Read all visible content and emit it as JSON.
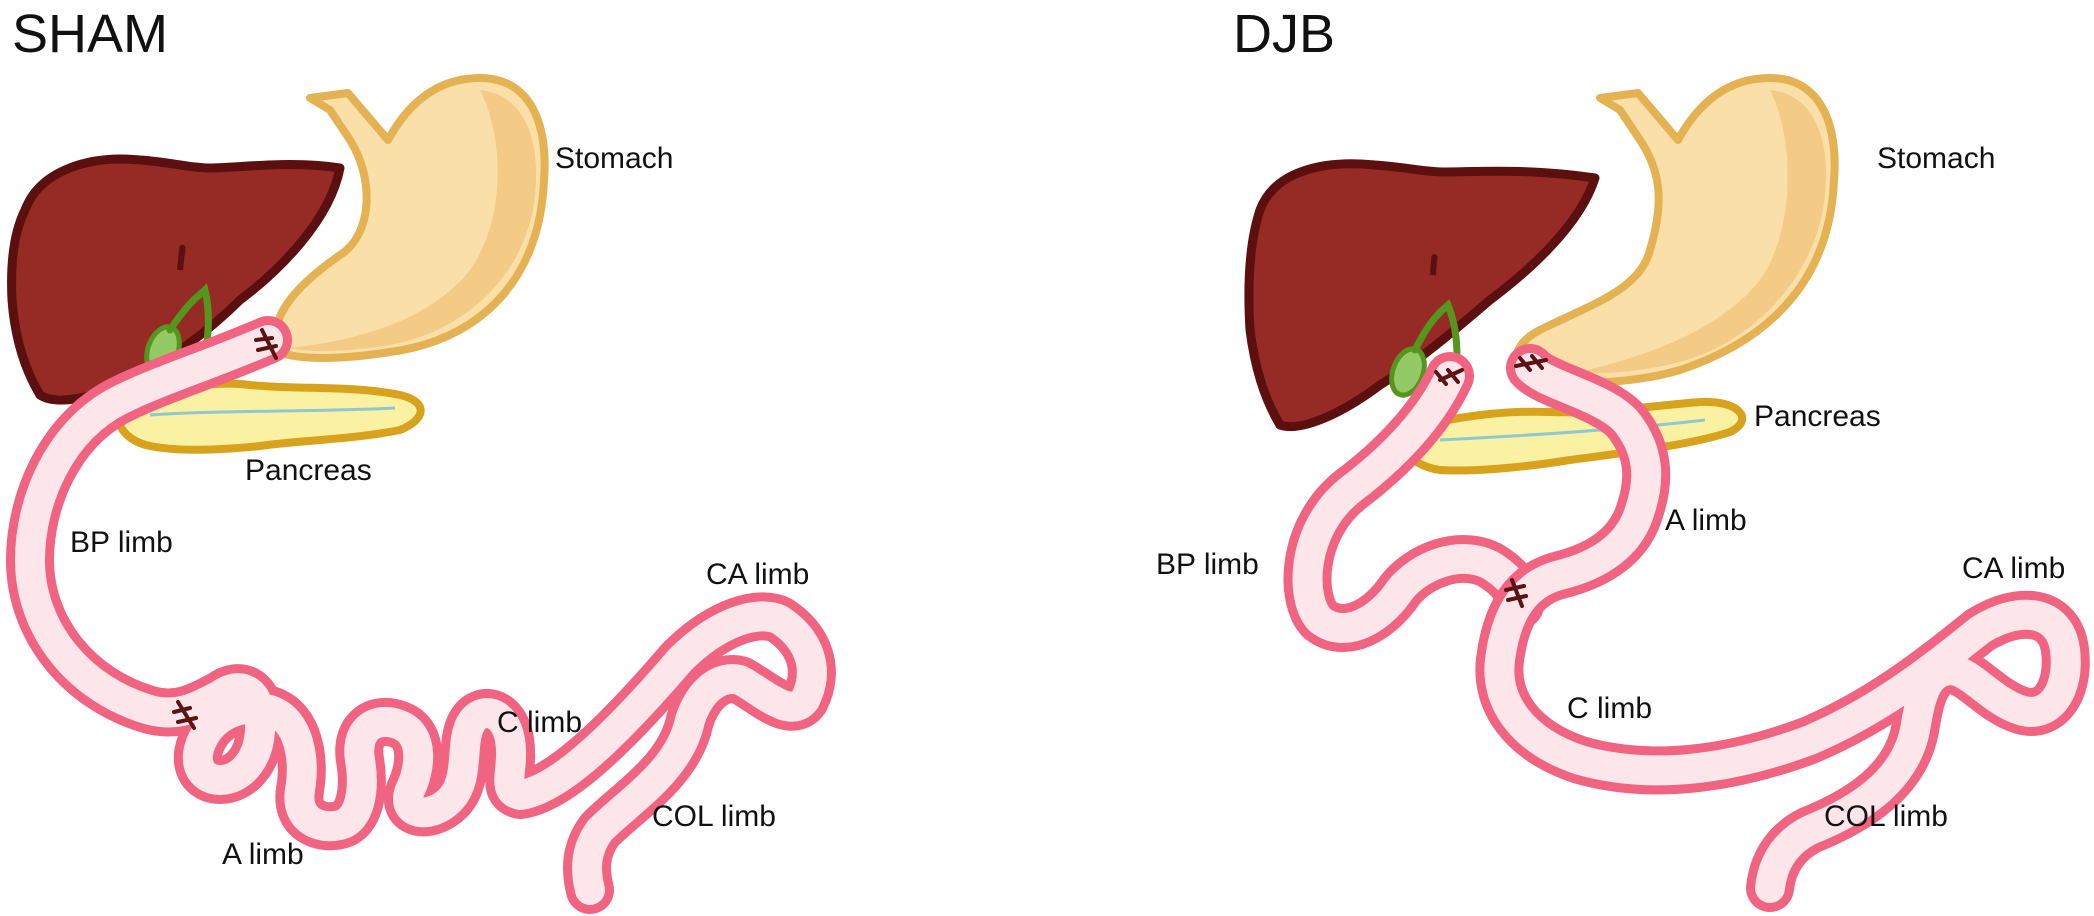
{
  "panels": [
    {
      "title": "SHAM",
      "labels": {
        "stomach": "Stomach",
        "pancreas": "Pancreas",
        "bp_limb": "BP limb",
        "a_limb": "A limb",
        "c_limb": "C limb",
        "ca_limb": "CA limb",
        "col_limb": "COL limb"
      }
    },
    {
      "title": "DJB",
      "labels": {
        "stomach": "Stomach",
        "pancreas": "Pancreas",
        "bp_limb": "BP limb",
        "a_limb": "A limb",
        "c_limb": "C limb",
        "ca_limb": "CA limb",
        "col_limb": "COL limb"
      }
    }
  ],
  "colors": {
    "liver": "#962a24",
    "liver_outline": "#5c0f0f",
    "stomach": "#fae0a8",
    "stomach_shade": "#f0c47c",
    "stomach_outline": "#e4b252",
    "pancreas": "#fbf1a2",
    "pancreas_outline": "#d8a21c",
    "pancreatic_duct": "#8ec8d0",
    "gallbladder": "#94ca64",
    "bile_duct": "#54961e",
    "intestine_wall": "#f06482",
    "intestine_lumen": "#fde6ea",
    "suture": "#5a1414"
  }
}
